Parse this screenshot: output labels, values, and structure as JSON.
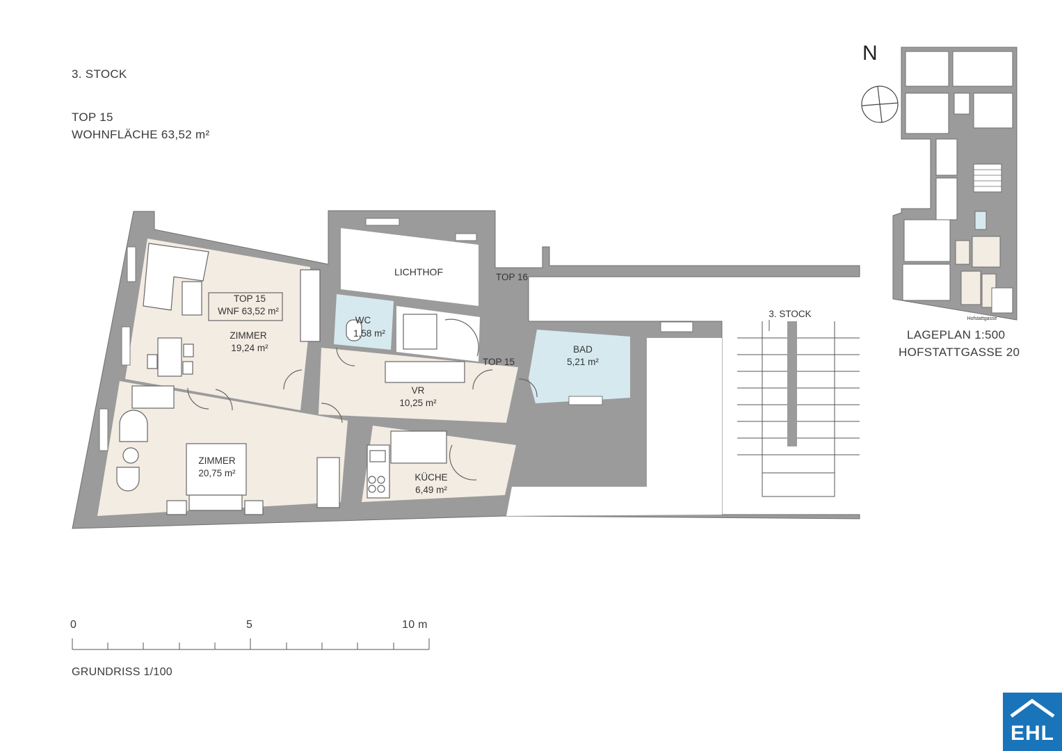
{
  "header": {
    "floor": "3. STOCK",
    "unit": "TOP  15",
    "living_area": "WOHNFLÄCHE 63,52 m²"
  },
  "plan": {
    "unit_tag_line1": "TOP 15",
    "unit_tag_line2": "WNF 63,52 m²",
    "rooms": {
      "zimmer1_name": "ZIMMER",
      "zimmer1_area": "19,24 m²",
      "zimmer2_name": "ZIMMER",
      "zimmer2_area": "20,75 m²",
      "vr_name": "VR",
      "vr_area": "10,25 m²",
      "kueche_name": "KÜCHE",
      "kueche_area": "6,49 m²",
      "bad_name": "BAD",
      "bad_area": "5,21 m²",
      "wc_name": "WC",
      "wc_area": "1,58 m²",
      "lichthof_name": "LICHTHOF"
    },
    "labels": {
      "top16": "TOP 16",
      "top15": "TOP 15",
      "stair_floor": "3. STOCK"
    }
  },
  "site_plan": {
    "north": "N",
    "street": "Hofstattgasse",
    "title1": "LAGEPLAN 1:500",
    "title2": "HOFSTATTGASSE 20"
  },
  "scale_bar": {
    "tick0": "0",
    "tick5": "5",
    "tick10": "10 m",
    "caption": "GRUNDRISS 1/100"
  },
  "logo": {
    "text": "EHL",
    "color": "#1a74b9"
  },
  "colors": {
    "wall": "#9b9b9b",
    "room_fill": "#f3ece3",
    "wet_fill": "#d6e9ef"
  }
}
